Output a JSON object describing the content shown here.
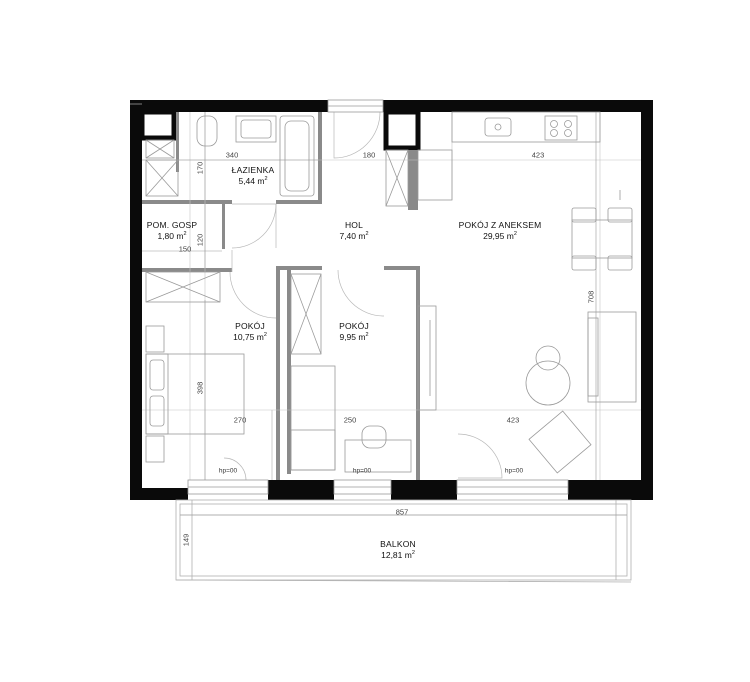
{
  "rooms": {
    "lazienka": {
      "name": "ŁAZIENKA",
      "area": "5,44 m"
    },
    "pom_gosp": {
      "name": "POM. GOSP",
      "area": "1,80 m"
    },
    "hol": {
      "name": "HOL",
      "area": "7,40 m"
    },
    "pokoj_aneks": {
      "name": "POKÓJ Z ANEKSEM",
      "area": "29,95 m"
    },
    "pokoj1": {
      "name": "POKÓJ",
      "area": "10,75 m"
    },
    "pokoj2": {
      "name": "POKÓJ",
      "area": "9,95 m"
    },
    "balkon": {
      "name": "BALKON",
      "area": "12,81 m"
    }
  },
  "area_unit_exponent": "2",
  "dimensions": {
    "d340": "340",
    "d170": "170",
    "d180": "180",
    "d423_top": "423",
    "d120": "120",
    "d150": "150",
    "d708": "708",
    "d398": "398",
    "d270": "270",
    "d250": "250",
    "d423_bottom": "423",
    "d857": "857",
    "d149": "149"
  },
  "door_thresholds": {
    "hp1": "hp=00",
    "hp2": "hp=00",
    "hp3": "hp=00"
  },
  "colors": {
    "wall": "#0a0a0a",
    "line": "#7a7a7a",
    "thin": "#b0b0b0",
    "partition": "#8a8a8a"
  }
}
